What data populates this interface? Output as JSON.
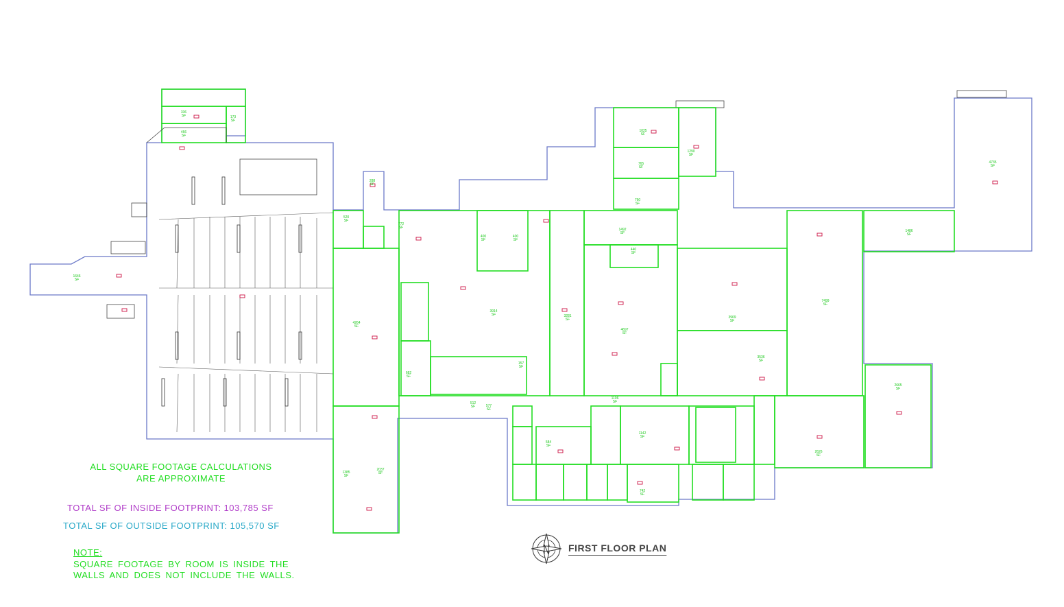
{
  "plan_title": "FIRST FLOOR PLAN",
  "notes": {
    "approx_line1": "ALL SQUARE FOOTAGE CALCULATIONS",
    "approx_line2": "ARE APPROXIMATE",
    "total_inside": "TOTAL SF OF INSIDE FOOTPRINT: 103,785 SF",
    "total_outside": "TOTAL SF OF OUTSIDE FOOTPRINT: 105,570 SF",
    "note_heading": "NOTE:",
    "note_line1": "SQUARE FOOTAGE BY ROOM IS INSIDE THE",
    "note_line2": "WALLS AND DOES NOT INCLUDE THE WALLS."
  },
  "colors": {
    "room_walls": "#22dd22",
    "exterior_walls": "#6a78c8",
    "room_tag": "#cc1144",
    "inside_total": "#b03cc8",
    "outside_total": "#2aa9c8"
  },
  "rooms": [
    {
      "area": "336"
    },
    {
      "area": "466"
    },
    {
      "area": "173"
    },
    {
      "area": "1646"
    },
    {
      "area": "4264"
    },
    {
      "area": "288"
    },
    {
      "area": "520"
    },
    {
      "area": "772"
    },
    {
      "area": "3914"
    },
    {
      "area": "400"
    },
    {
      "area": "400"
    },
    {
      "area": "3281"
    },
    {
      "area": "1025"
    },
    {
      "area": "1290"
    },
    {
      "area": "765"
    },
    {
      "area": "760"
    },
    {
      "area": "1492"
    },
    {
      "area": "440"
    },
    {
      "area": "4697"
    },
    {
      "area": "3969"
    },
    {
      "area": "3536"
    },
    {
      "area": "7499"
    },
    {
      "area": "4735"
    },
    {
      "area": "1486"
    },
    {
      "area": "2665"
    },
    {
      "area": "2626"
    },
    {
      "area": "1385"
    },
    {
      "area": "2037"
    },
    {
      "area": "1142"
    },
    {
      "area": "742"
    },
    {
      "area": "584"
    },
    {
      "area": "1106"
    },
    {
      "area": "682"
    },
    {
      "area": "157"
    },
    {
      "area": "577"
    },
    {
      "area": "512"
    }
  ]
}
